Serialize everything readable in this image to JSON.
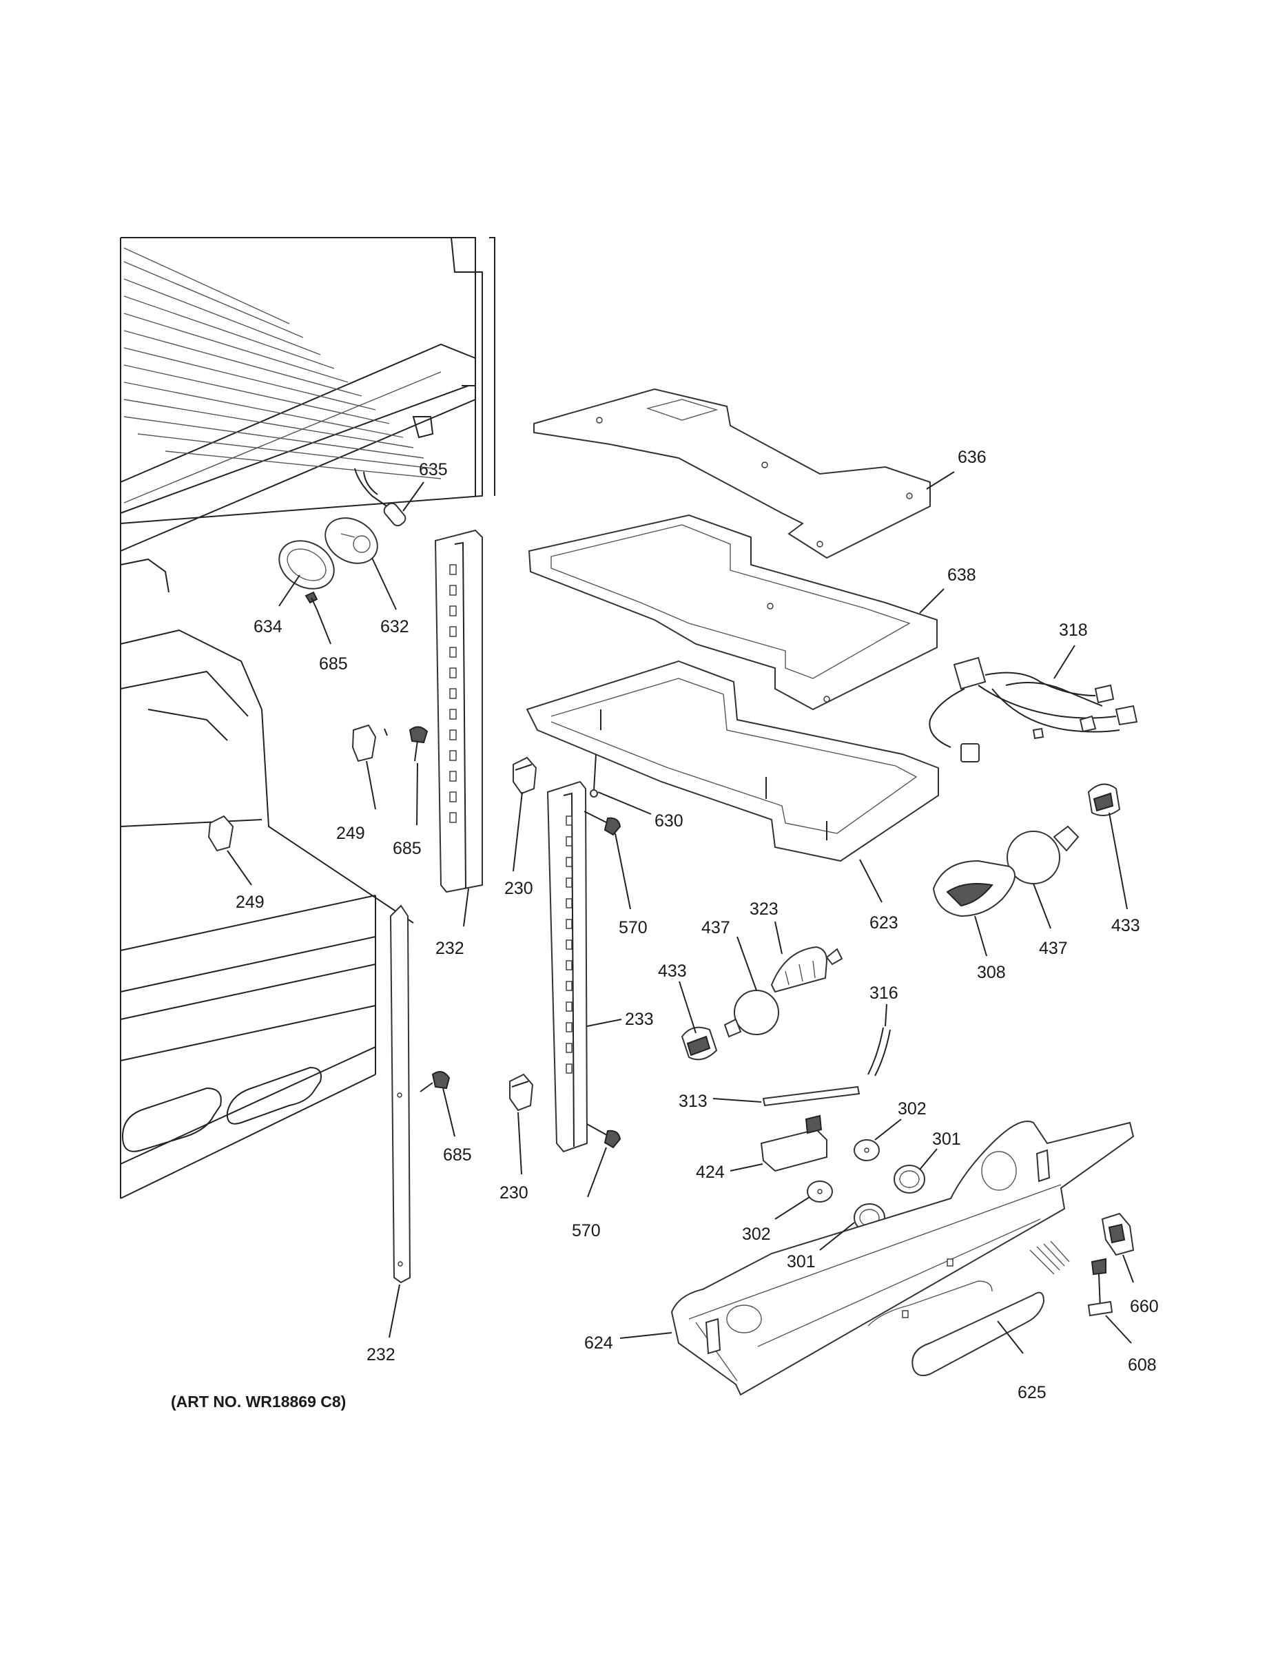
{
  "art_number": "(ART NO. WR18869 C8)",
  "callouts": [
    {
      "id": "635",
      "text": "635"
    },
    {
      "id": "636",
      "text": "636"
    },
    {
      "id": "634",
      "text": "634"
    },
    {
      "id": "632",
      "text": "632"
    },
    {
      "id": "685a",
      "text": "685"
    },
    {
      "id": "638",
      "text": "638"
    },
    {
      "id": "318",
      "text": "318"
    },
    {
      "id": "249a",
      "text": "249"
    },
    {
      "id": "685b",
      "text": "685"
    },
    {
      "id": "630",
      "text": "630"
    },
    {
      "id": "230a",
      "text": "230"
    },
    {
      "id": "249b",
      "text": "249"
    },
    {
      "id": "570a",
      "text": "570"
    },
    {
      "id": "623",
      "text": "623"
    },
    {
      "id": "433a",
      "text": "433"
    },
    {
      "id": "232a",
      "text": "232"
    },
    {
      "id": "323",
      "text": "323"
    },
    {
      "id": "437a",
      "text": "437"
    },
    {
      "id": "308",
      "text": "308"
    },
    {
      "id": "437b",
      "text": "437"
    },
    {
      "id": "433b",
      "text": "433"
    },
    {
      "id": "316",
      "text": "316"
    },
    {
      "id": "233",
      "text": "233"
    },
    {
      "id": "313",
      "text": "313"
    },
    {
      "id": "302a",
      "text": "302"
    },
    {
      "id": "685c",
      "text": "685"
    },
    {
      "id": "301a",
      "text": "301"
    },
    {
      "id": "424",
      "text": "424"
    },
    {
      "id": "230b",
      "text": "230"
    },
    {
      "id": "302b",
      "text": "302"
    },
    {
      "id": "570b",
      "text": "570"
    },
    {
      "id": "301b",
      "text": "301"
    },
    {
      "id": "660",
      "text": "660"
    },
    {
      "id": "624",
      "text": "624"
    },
    {
      "id": "232b",
      "text": "232"
    },
    {
      "id": "608",
      "text": "608"
    },
    {
      "id": "625",
      "text": "625"
    }
  ]
}
